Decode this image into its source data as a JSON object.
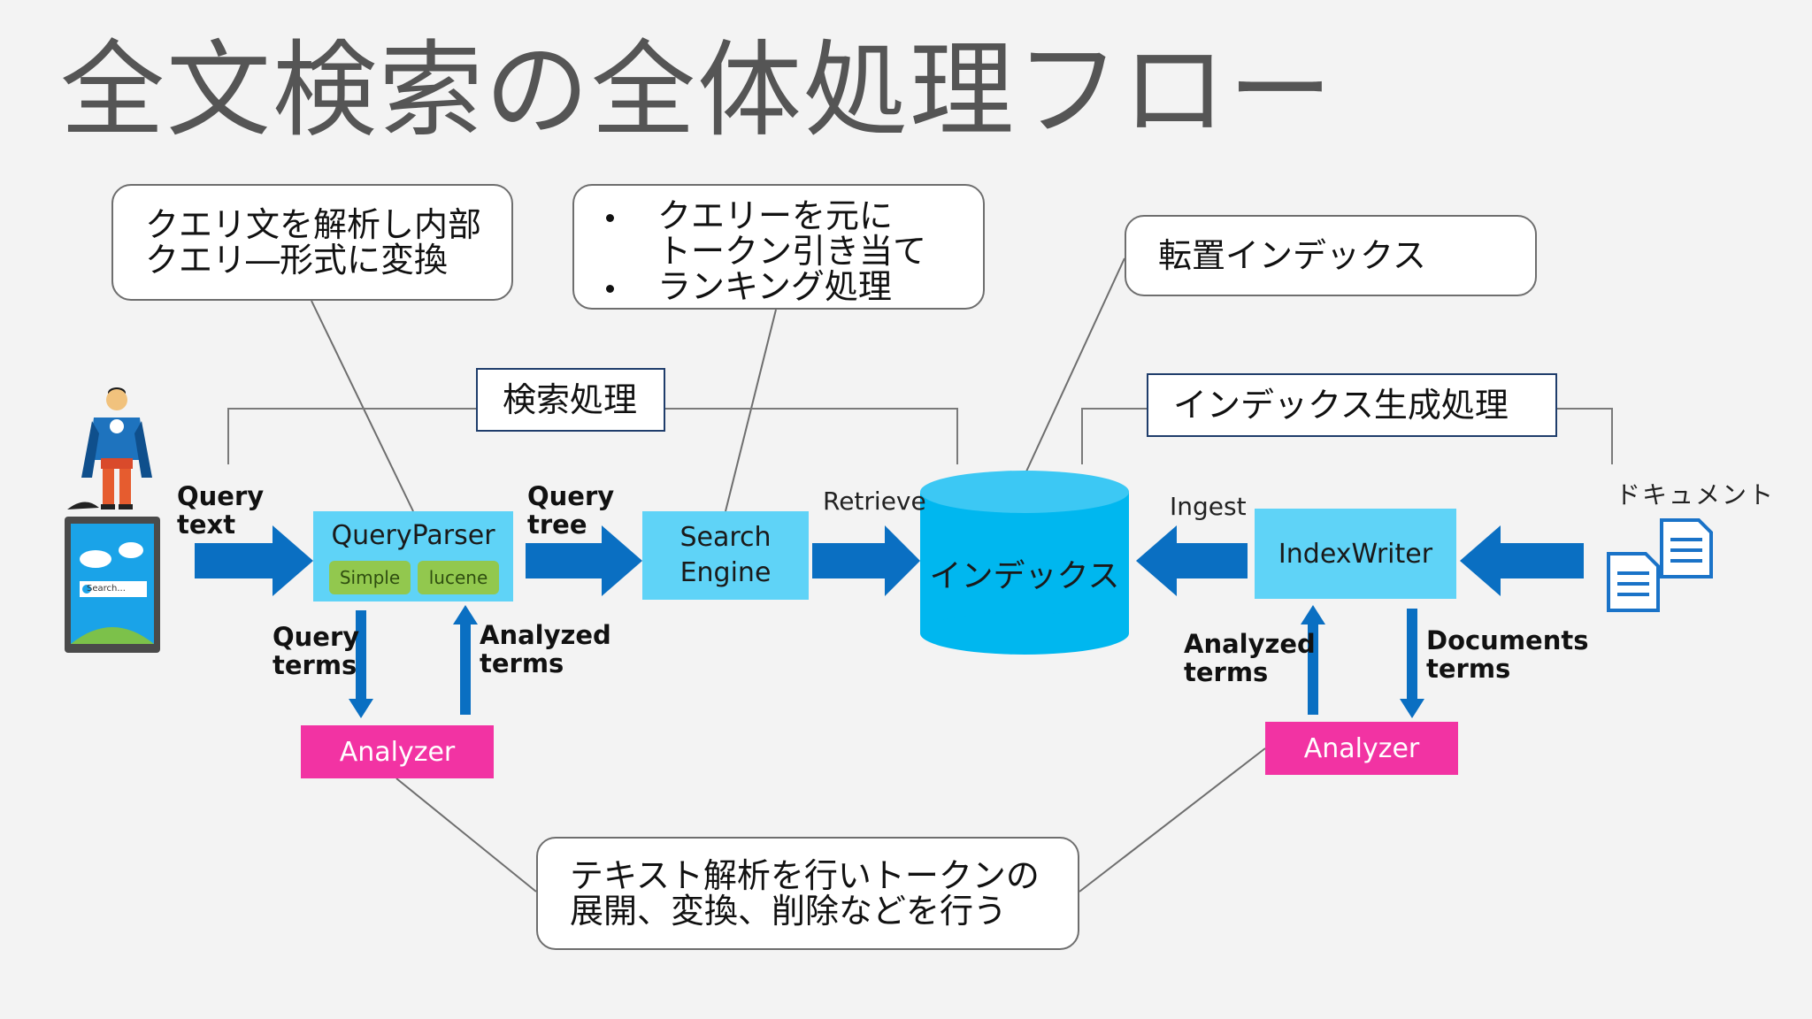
{
  "title": "全文検索の全体処理フロー",
  "callouts": {
    "query_parser_note": {
      "line1": "クエリ文を解析し内部",
      "line2": "クエリ―形式に変換"
    },
    "search_engine_note": {
      "bullet1_line1": "クエリーを元に",
      "bullet1_line2": "トークン引き当て",
      "bullet2": "ランキング処理"
    },
    "inverted_index_note": "転置インデックス",
    "analyzer_note": {
      "line1": "テキスト解析を行いトークンの",
      "line2": "展開、変換、削除などを行う"
    }
  },
  "groups": {
    "search": "検索処理",
    "index_build": "インデックス生成処理"
  },
  "nodes": {
    "query_parser": "QueryParser",
    "chip_simple": "Simple",
    "chip_lucene": "lucene",
    "search_engine_line1": "Search",
    "search_engine_line2": "Engine",
    "index": "インデックス",
    "index_writer": "IndexWriter",
    "analyzer_left": "Analyzer",
    "analyzer_right": "Analyzer"
  },
  "edge_labels": {
    "query_text_1": "Query",
    "query_text_2": "text",
    "query_tree_1": "Query",
    "query_tree_2": "tree",
    "retrieve": "Retrieve",
    "ingest": "Ingest",
    "query_terms_1": "Query",
    "query_terms_2": "terms",
    "analyzed_terms_left_1": "Analyzed",
    "analyzed_terms_left_2": "terms",
    "analyzed_terms_right_1": "Analyzed",
    "analyzed_terms_right_2": "terms",
    "documents_terms_1": "Documents",
    "documents_terms_2": "terms"
  },
  "documents_label": "ドキュメント",
  "tablet_search_placeholder": "Search...",
  "colors": {
    "arrow_blue": "#0a6fc2",
    "node_cyan": "#5fd3f7",
    "cylinder_cyan": "#00b7ef",
    "analyzer_pink": "#f233a3",
    "chip_green": "#92c84e"
  }
}
